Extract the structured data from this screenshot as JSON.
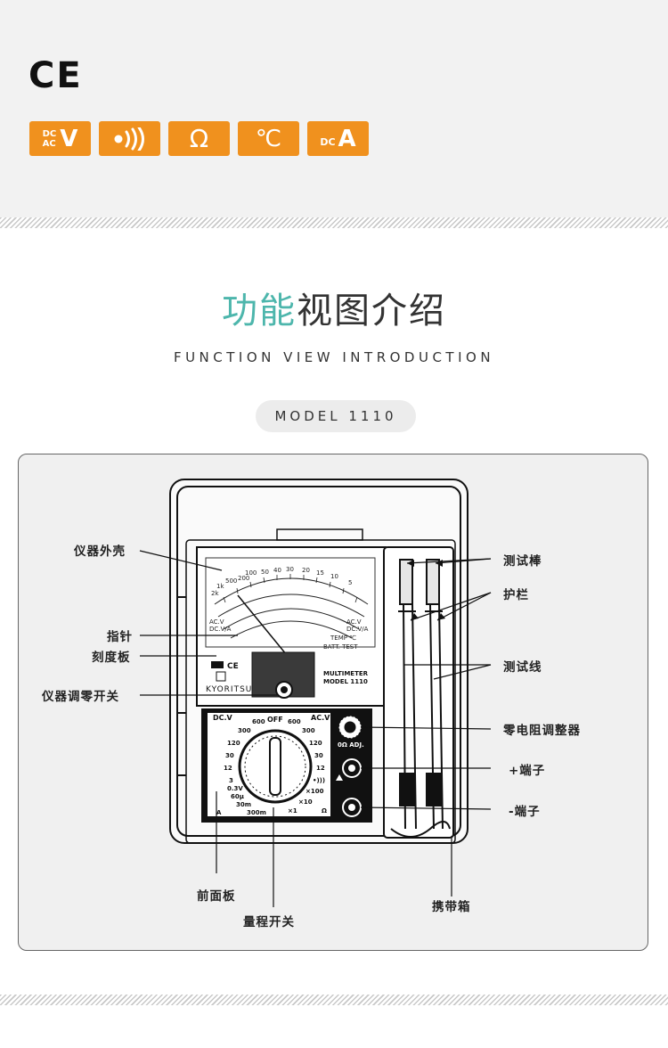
{
  "certification": {
    "mark": "CE"
  },
  "badges": [
    {
      "sub_top": "DC",
      "sub_bottom": "AC",
      "main": "V"
    },
    {
      "main": "•)))"
    },
    {
      "main": "Ω"
    },
    {
      "main": "℃"
    },
    {
      "sub": "DC",
      "main": "A"
    }
  ],
  "heading": {
    "title_accent": "功能",
    "title_rest": "视图介绍",
    "subtitle": "FUNCTION VIEW INTRODUCTION",
    "model_pill": "MODEL 1110"
  },
  "callouts": {
    "case": "仪器外壳",
    "pointer": "指针",
    "scale_plate": "刻度板",
    "zero_adjust": "仪器调零开关",
    "test_probe": "测试棒",
    "guard": "护栏",
    "test_lead": "测试线",
    "zero_ohm": "零电阻调整器",
    "plus_terminal": "+端子",
    "minus_terminal": "-端子",
    "front_panel": "前面板",
    "range_switch": "量程开关",
    "carry_case": "携带箱"
  },
  "device": {
    "brand": "KYORITSU",
    "name_line1": "MULTIMETER",
    "name_line2": "MODEL 1110",
    "off": "OFF",
    "dcv": "DC.V",
    "acv": "AC.V",
    "ohm_adj": "0Ω ADJ.",
    "left_ranges": [
      "600",
      "300",
      "120",
      "30",
      "12",
      "3",
      "0.3V",
      "60μ",
      "30m",
      "300m"
    ],
    "right_ranges": [
      "600",
      "300",
      "120",
      "30",
      "12",
      "•)))",
      "×100",
      "×10",
      "×1"
    ],
    "dca": "A",
    "ohm_sym": "Ω",
    "scale_top": [
      "50",
      "40",
      "30",
      "20",
      "15",
      "10",
      "5"
    ],
    "scale_left": [
      "2k",
      "1k",
      "500",
      "200",
      "100"
    ],
    "acv_label": "AC.V",
    "dcva_label": "DC.V/A",
    "temp_label": "TEMP ℃",
    "batt_label": "BATT. TEST"
  },
  "colors": {
    "accent_title": "#4db6ac",
    "badge_orange": "#f0911e",
    "panel_bg": "#f0f0f0"
  }
}
